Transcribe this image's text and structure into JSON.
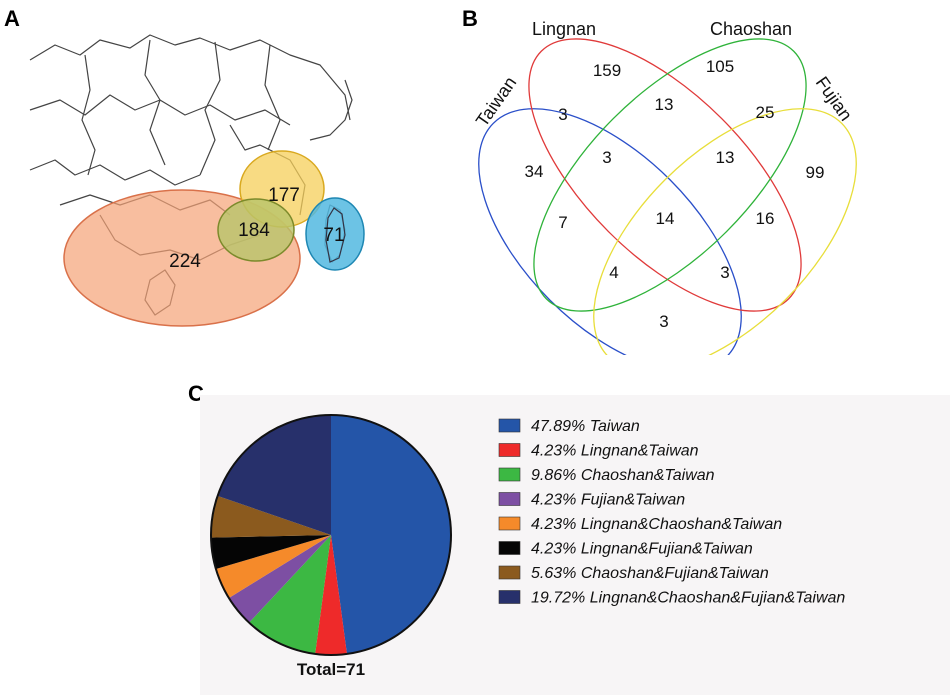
{
  "panels": {
    "a": "A",
    "b": "B",
    "c": "C"
  },
  "map": {
    "regions": [
      {
        "name": "Lingnan",
        "value": "224",
        "color": "#f5a276"
      },
      {
        "name": "Chaoshan",
        "value": "184",
        "color": "#b8c46a"
      },
      {
        "name": "Fujian",
        "value": "177",
        "color": "#f6cf5a"
      },
      {
        "name": "Taiwan",
        "value": "71",
        "color": "#52b9e0"
      }
    ]
  },
  "venn": {
    "labels": {
      "lingnan": "Lingnan",
      "chaoshan": "Chaoshan",
      "taiwan": "Taiwan",
      "fujian": "Fujian"
    },
    "colors": {
      "taiwan": "#2a4fc9",
      "lingnan": "#e03a3a",
      "chaoshan": "#2fb33a",
      "fujian": "#e8de3a"
    },
    "counts": {
      "lingnan_only": "159",
      "chaoshan_only": "105",
      "taiwan_only": "34",
      "fujian_only": "99",
      "taiwan_lingnan": "3",
      "lingnan_chaoshan": "13",
      "chaoshan_fujian": "25",
      "taiwan_lingnan_chaoshan": "3",
      "lingnan_chaoshan_fujian": "13",
      "lingnan_fujian": "16",
      "taiwan_chaoshan": "7",
      "all_four": "14",
      "taiwan_chaoshan_fujian": "4",
      "taiwan_lingnan_fujian": "3",
      "taiwan_fujian": "3"
    }
  },
  "chart_data": {
    "type": "pie",
    "total_label": "Total=71",
    "slices": [
      {
        "label": "Taiwan",
        "value": 47.89,
        "pct_label": "47.89%",
        "color": "#2455a8"
      },
      {
        "label": "Lingnan&Taiwan",
        "value": 4.23,
        "pct_label": "4.23%",
        "color": "#ee2a2a"
      },
      {
        "label": "Chaoshan&Taiwan",
        "value": 9.86,
        "pct_label": "9.86%",
        "color": "#3cb843"
      },
      {
        "label": "Fujian&Taiwan",
        "value": 4.23,
        "pct_label": "4.23%",
        "color": "#7d4fa3"
      },
      {
        "label": "Lingnan&Chaoshan&Taiwan",
        "value": 4.23,
        "pct_label": "4.23%",
        "color": "#f58a2a"
      },
      {
        "label": "Lingnan&Fujian&Taiwan",
        "value": 4.23,
        "pct_label": "4.23%",
        "color": "#050505"
      },
      {
        "label": "Chaoshan&Fujian&Taiwan",
        "value": 5.63,
        "pct_label": "5.63%",
        "color": "#8b5a1e"
      },
      {
        "label": "Lingnan&Chaoshan&Fujian&Taiwan",
        "value": 19.72,
        "pct_label": "19.72%",
        "color": "#27306b"
      }
    ]
  }
}
